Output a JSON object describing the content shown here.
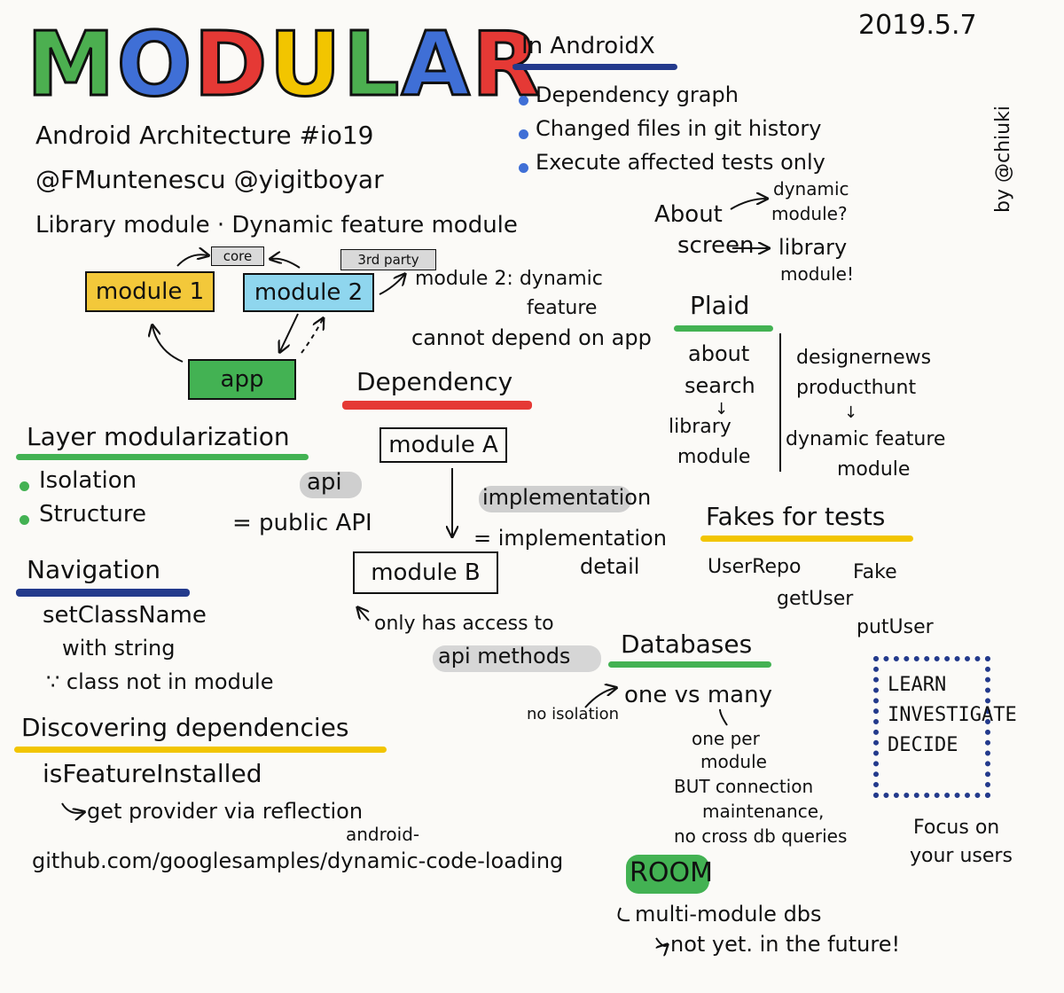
{
  "title": "MODULAR",
  "title_letters": [
    {
      "ch": "M",
      "color": "#4caf50"
    },
    {
      "ch": "O",
      "color": "#3f6fd6"
    },
    {
      "ch": "D",
      "color": "#e53935"
    },
    {
      "ch": "U",
      "color": "#f2c500"
    },
    {
      "ch": "L",
      "color": "#4caf50"
    },
    {
      "ch": "A",
      "color": "#3f6fd6"
    },
    {
      "ch": "R",
      "color": "#e53935"
    }
  ],
  "date": "2019.5.7",
  "byline": "by @chiuki",
  "header": {
    "subtitle": "Android Architecture #io19",
    "speakers": "@FMuntenescu @yigitboyar",
    "modules_line": "Library module · Dynamic feature module"
  },
  "diagram": {
    "core": "core",
    "third_party": "3rd party",
    "module1": "module 1",
    "module2": "module 2",
    "app": "app",
    "note_line1": "module 2: dynamic",
    "note_line2": "feature",
    "note_line3": "cannot depend on app"
  },
  "androidx": {
    "heading": "In AndroidX",
    "items": [
      "Dependency graph",
      "Changed files in git history",
      "Execute affected tests only"
    ]
  },
  "about": {
    "label_line1": "About",
    "label_line2": "screen",
    "q_line1": "dynamic",
    "q_line2": "module?",
    "a_line1": "library",
    "a_line2": "module!"
  },
  "plaid": {
    "heading": "Plaid",
    "left": [
      "about",
      "search",
      "↓",
      "library",
      "module"
    ],
    "right": [
      "designernews",
      "producthunt",
      "↓",
      "dynamic feature",
      "module"
    ]
  },
  "dependency": {
    "heading": "Dependency",
    "moduleA": "module A",
    "moduleB": "module B",
    "api": "api",
    "api_desc": "= public API",
    "impl": "implementation",
    "impl_desc1": "= implementation",
    "impl_desc2": "detail",
    "access1": "only has access to",
    "access2": "api methods"
  },
  "layer": {
    "heading": "Layer modularization",
    "items": [
      "Isolation",
      "Structure"
    ]
  },
  "navigation": {
    "heading": "Navigation",
    "line1": "setClassName",
    "line2": "with string",
    "line3": "∵ class not in module"
  },
  "discovering": {
    "heading": "Discovering dependencies",
    "line1": "isFeatureInstalled",
    "line2": "get provider via reflection",
    "url_line1": "android-",
    "url_line2": "github.com/googlesamples/dynamic-code-loading"
  },
  "fakes": {
    "heading": "Fakes for tests",
    "repo": "UserRepo",
    "fake": "Fake",
    "get": "getUser",
    "put": "putUser"
  },
  "databases": {
    "heading": "Databases",
    "one_vs_many": "one vs many",
    "no_isolation": "no isolation",
    "per1": "one per",
    "per2": "module",
    "but1": "BUT connection",
    "but2": "maintenance,",
    "but3": "no cross db queries"
  },
  "learn": {
    "items": [
      "LEARN",
      "INVESTIGATE",
      "DECIDE"
    ],
    "focus1": "Focus on",
    "focus2": "your users"
  },
  "room": {
    "heading": "ROOM",
    "line1": "multi-module dbs",
    "line2": "not yet. in the future!"
  }
}
